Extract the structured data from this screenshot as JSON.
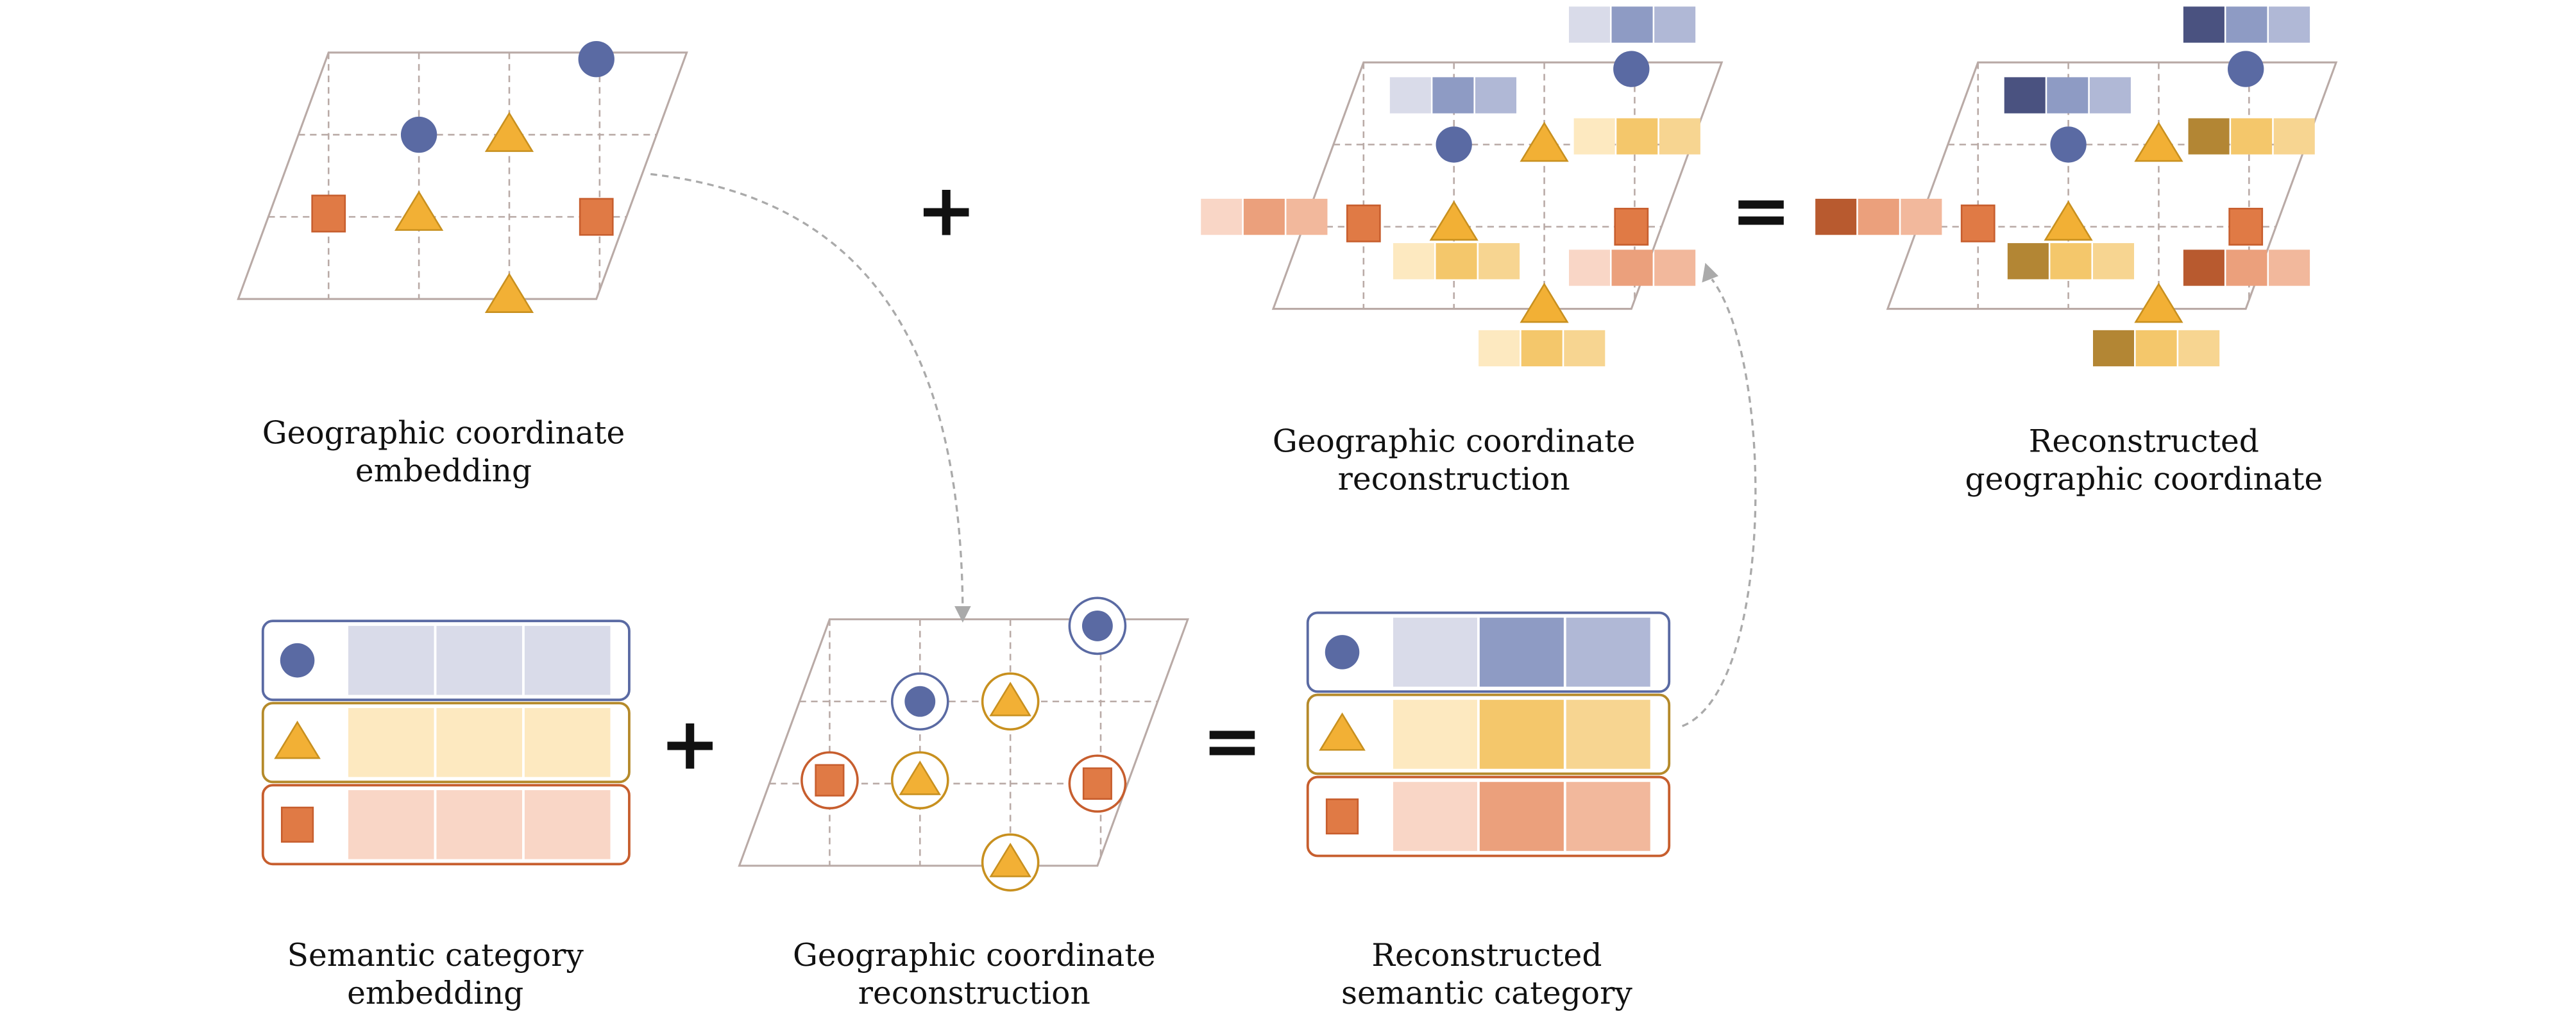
{
  "labels": {
    "geo_embedding": [
      "Geographic coordinate",
      "embedding"
    ],
    "geo_reconstruction_top": [
      "Geographic coordinate",
      "reconstruction"
    ],
    "reconstructed_geo": [
      "Reconstructed",
      "geographic coordinate"
    ],
    "semantic_embedding": [
      "Semantic category",
      "embedding"
    ],
    "geo_reconstruction_bottom": [
      "Geographic coordinate",
      "reconstruction"
    ],
    "reconstructed_semantic": [
      "Reconstructed",
      "semantic category"
    ]
  },
  "operators": {
    "plus": "+",
    "equals": "="
  },
  "colors": {
    "circle": "#5a6aa3",
    "triangle": "#f2b035",
    "square": "#e07a45",
    "grid": "#b9aaa6",
    "blue_cells": [
      "#d9dbe9",
      "#8e9bc4",
      "#b0b8d6"
    ],
    "blue_dark": "#4a5280",
    "yellow_cells": [
      "#fde9c0",
      "#f4c76b",
      "#f7d591"
    ],
    "yellow_dark": "#b38634",
    "orange_cells": [
      "#f9d6c6",
      "#eba07c",
      "#f2b89c"
    ],
    "orange_dark": "#b85a2f"
  }
}
